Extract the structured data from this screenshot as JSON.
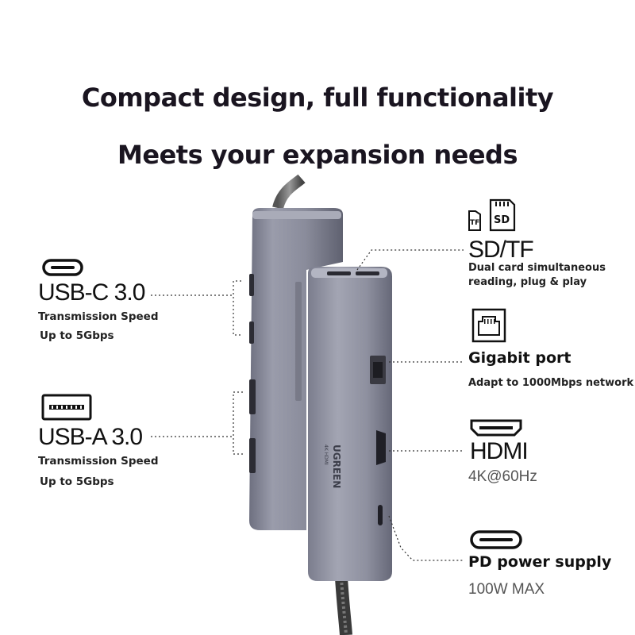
{
  "headline": {
    "line1": "Compact design, full functionality",
    "line2": "Meets your expansion needs"
  },
  "left": {
    "usbc": {
      "title": "USB-C 3.0",
      "line1": "Transmission Speed",
      "line2": "Up to 5Gbps",
      "icon": "usb-c-icon"
    },
    "usba": {
      "title": "USB-A 3.0",
      "line1": "Transmission Speed",
      "line2": "Up to 5Gbps",
      "icon": "usb-a-icon"
    }
  },
  "right": {
    "sd": {
      "icon_tf": "TF",
      "icon_sd": "SD",
      "title": "SD/TF",
      "line1": "Dual card simultaneous",
      "line2": "reading, plug & play"
    },
    "ethernet": {
      "title": "Gigabit port",
      "line1": "Adapt to 1000Mbps network",
      "icon": "ethernet-port-icon"
    },
    "hdmi": {
      "title": "HDMI",
      "line1": "4K@60Hz",
      "icon": "hdmi-port-icon"
    },
    "pd": {
      "title": "PD power supply",
      "line1": "100W MAX",
      "icon": "usb-c-icon"
    }
  },
  "device": {
    "brand": "UGREEN",
    "model": "4K HDMI"
  },
  "colors": {
    "device_body": "#8a8c9a",
    "device_dark": "#5c5e6c",
    "text": "#111111"
  }
}
